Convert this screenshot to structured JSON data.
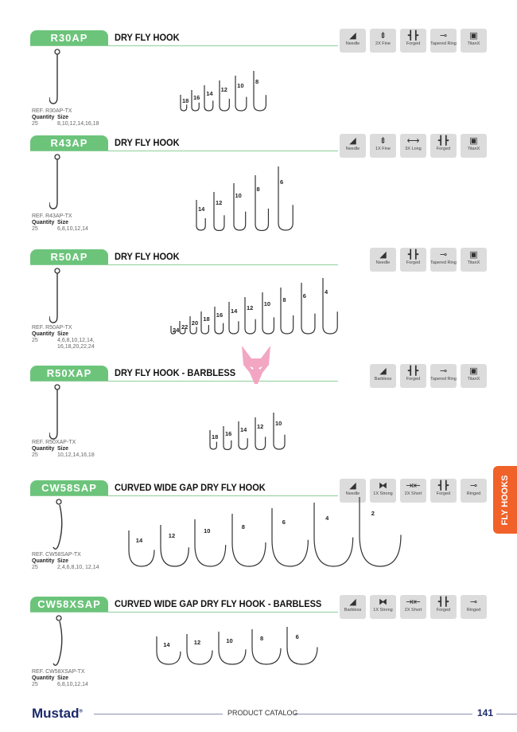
{
  "sections": [
    {
      "code": "R30AP",
      "title": "DRY FLY HOOK",
      "icons": [
        {
          "name": "needle-icon",
          "label": "Needle"
        },
        {
          "name": "fine-icon",
          "label": "2X Fine"
        },
        {
          "name": "forged-icon",
          "label": "Forged"
        },
        {
          "name": "tapered-ring-icon",
          "label": "Tapered Ring"
        },
        {
          "name": "titanx-icon",
          "label": "TitanX"
        }
      ],
      "ref": "REF. R30AP-TX",
      "quantity_label": "Quantity",
      "size_label": "Size",
      "quantity": "25",
      "sizes": "8,10,12,14,16,18",
      "hook_sizes": [
        "18",
        "16",
        "14",
        "12",
        "10",
        "8"
      ],
      "style": "straight"
    },
    {
      "code": "R43AP",
      "title": "DRY FLY HOOK",
      "icons": [
        {
          "name": "needle-icon",
          "label": "Needle"
        },
        {
          "name": "fine-icon",
          "label": "1X Fine"
        },
        {
          "name": "long-icon",
          "label": "3X Long"
        },
        {
          "name": "forged-icon",
          "label": "Forged"
        },
        {
          "name": "titanx-icon",
          "label": "TitanX"
        }
      ],
      "ref": "REF. R43AP-TX",
      "quantity_label": "Quantity",
      "size_label": "Size",
      "quantity": "25",
      "sizes": "6,8,10,12,14",
      "hook_sizes": [
        "14",
        "12",
        "10",
        "8",
        "6"
      ],
      "style": "straight"
    },
    {
      "code": "R50AP",
      "title": "DRY FLY HOOK",
      "icons": [
        {
          "name": "needle-icon",
          "label": "Needle"
        },
        {
          "name": "forged-icon",
          "label": "Forged"
        },
        {
          "name": "tapered-ring-icon",
          "label": "Tapered Ring"
        },
        {
          "name": "titanx-icon",
          "label": "TitanX"
        }
      ],
      "ref": "REF. R50AP-TX",
      "quantity_label": "Quantity",
      "size_label": "Size",
      "quantity": "25",
      "sizes": "4,6,8,10,12,14, 16,18,20,22,24",
      "hook_sizes": [
        "24",
        "22",
        "20",
        "18",
        "16",
        "14",
        "12",
        "10",
        "8",
        "6",
        "4"
      ],
      "style": "straight"
    },
    {
      "code": "R50XAP",
      "title": "DRY FLY HOOK - BARBLESS",
      "icons": [
        {
          "name": "barbless-icon",
          "label": "Barbless"
        },
        {
          "name": "forged-icon",
          "label": "Forged"
        },
        {
          "name": "tapered-ring-icon",
          "label": "Tapered Ring"
        },
        {
          "name": "titanx-icon",
          "label": "TitanX"
        }
      ],
      "ref": "REF. R50XAP-TX",
      "quantity_label": "Quantity",
      "size_label": "Size",
      "quantity": "25",
      "sizes": "10,12,14,16,18",
      "hook_sizes": [
        "18",
        "16",
        "14",
        "12",
        "10"
      ],
      "style": "straight"
    },
    {
      "code": "CW58SAP",
      "title": "CURVED WIDE GAP DRY FLY HOOK",
      "icons": [
        {
          "name": "needle-icon",
          "label": "Needle"
        },
        {
          "name": "strong-icon",
          "label": "1X Strong"
        },
        {
          "name": "short-icon",
          "label": "2X Short"
        },
        {
          "name": "forged-icon",
          "label": "Forged"
        },
        {
          "name": "ringed-icon",
          "label": "Ringed"
        }
      ],
      "ref": "REF. CW58SAP-TX",
      "quantity_label": "Quantity",
      "size_label": "Size",
      "quantity": "25",
      "sizes": "2,4,6,8,10, 12,14",
      "hook_sizes": [
        "14",
        "12",
        "10",
        "8",
        "6",
        "4",
        "2"
      ],
      "style": "curved"
    },
    {
      "code": "CW58XSAP",
      "title": "CURVED WIDE GAP DRY FLY HOOK - BARBLESS",
      "icons": [
        {
          "name": "barbless-icon",
          "label": "Barbless"
        },
        {
          "name": "strong-icon",
          "label": "1X Strong"
        },
        {
          "name": "short-icon",
          "label": "2X Short"
        },
        {
          "name": "forged-icon",
          "label": "Forged"
        },
        {
          "name": "ringed-icon",
          "label": "Ringed"
        }
      ],
      "ref": "REF. CW58XSAP-TX",
      "quantity_label": "Quantity",
      "size_label": "Size",
      "quantity": "25",
      "sizes": "6,8,10,12,14",
      "hook_sizes": [
        "14",
        "12",
        "10",
        "8",
        "6"
      ],
      "style": "curved"
    }
  ],
  "side_tab": "FLY HOOKS",
  "footer": {
    "brand": "Mustad",
    "reg": "®",
    "catalog": "PRODUCT CATALOG",
    "page": "141"
  },
  "colors": {
    "green": "#6cc47b",
    "orange": "#f0622a",
    "navy": "#1d2a6b"
  }
}
